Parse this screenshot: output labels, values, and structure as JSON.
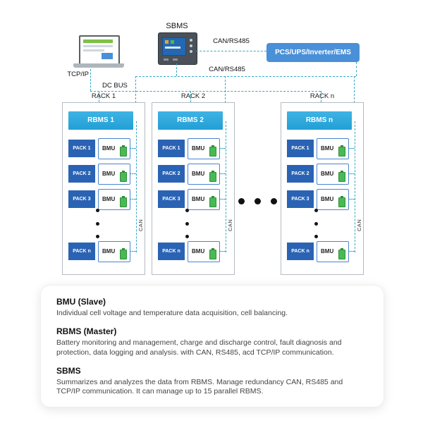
{
  "top": {
    "sbms_device_label": "SBMS",
    "pcs_box_label": "PCS/UPS/Inverter/EMS",
    "tcpip_label": "TCP/IP",
    "can_rs485_top_label": "CAN/RS485",
    "can_rs485_bus_label": "CAN/RS485",
    "dc_bus_label": "DC BUS"
  },
  "racks": [
    {
      "label": "RACK 1",
      "rbms": "RBMS 1",
      "can": "CAN",
      "packs": [
        {
          "pack": "PACK 1",
          "bmu": "BMU"
        },
        {
          "pack": "PACK 2",
          "bmu": "BMU"
        },
        {
          "pack": "PACK 3",
          "bmu": "BMU"
        },
        {
          "pack": "PACK n",
          "bmu": "BMU"
        }
      ]
    },
    {
      "label": "RACK 2",
      "rbms": "RBMS 2",
      "can": "CAN",
      "packs": [
        {
          "pack": "PACK 1",
          "bmu": "BMU"
        },
        {
          "pack": "PACK 2",
          "bmu": "BMU"
        },
        {
          "pack": "PACK 3",
          "bmu": "BMU"
        },
        {
          "pack": "PACK n",
          "bmu": "BMU"
        }
      ]
    },
    {
      "label": "RACK n",
      "rbms": "RBMS n",
      "can": "CAN",
      "packs": [
        {
          "pack": "PACK 1",
          "bmu": "BMU"
        },
        {
          "pack": "PACK 2",
          "bmu": "BMU"
        },
        {
          "pack": "PACK 3",
          "bmu": "BMU"
        },
        {
          "pack": "PACK n",
          "bmu": "BMU"
        }
      ]
    }
  ],
  "legend": {
    "sections": [
      {
        "title": "BMU (Slave)",
        "body": "Individual cell voltage and temperature data acquisition, cell balancing."
      },
      {
        "title": "RBMS (Master)",
        "body": "Battery monitoring and management, charge and discharge control, fault diagnosis and protection, data logging and analysis. with CAN, RS485, acd TCP/IP communication."
      },
      {
        "title": "SBMS",
        "body": "Summarizes and analyzes the data from RBMS. Manage redundancy CAN, RS485  and TCP/IP communication. It can manage up to 15 parallel RBMS."
      }
    ]
  },
  "colors": {
    "rbms_header_blue": "#2fa9de",
    "pack_label_blue": "#2a63b4",
    "pcs_box_blue": "#4a90d8",
    "connector_teal": "#35a8c8",
    "battery_green": "#49b954"
  }
}
